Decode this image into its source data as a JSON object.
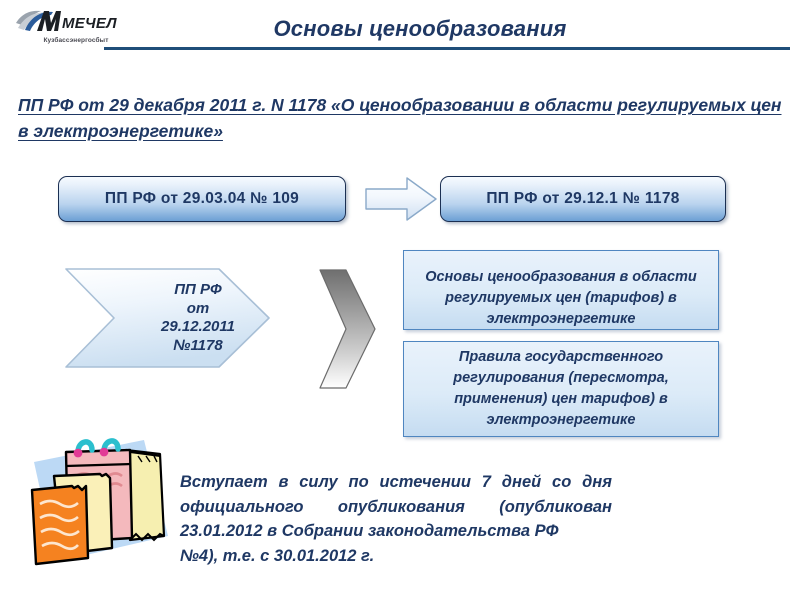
{
  "header": {
    "logo_name": "МЕЧЕЛ",
    "logo_subtitle": "Кузбассэнергосбыт",
    "title": "Основы ценообразования",
    "rule_color": "#1F4E79"
  },
  "subtitle": {
    "text": "  ПП РФ от 29 декабря 2011 г. N 1178 «О ценообразовании в области регулируемых цен в электроэнергетике» "
  },
  "flow": {
    "pill_old": "ПП РФ от 29.03.04 № 109",
    "pill_new": "ПП РФ от 29.12.1 № 1178",
    "arrow_icon": "right-block-arrow-icon",
    "chevron_label": "ПП РФ\nот\n29.12.2011\n№1178",
    "chevron_gray_icon": "right-chevron-icon",
    "box_osnovy": "Основы ценообразования в области регулируемых цен (тарифов) в электроэнергетике",
    "box_pravila": "Правила государственного регулирования (пересмотра, применения) цен тарифов) в электроэнергетике"
  },
  "footer": {
    "clipart_icon": "shopping-bags-clipart-icon",
    "text": "Вступает в силу по истечении 7 дней со дня официального опубликования (опубликован 23.01.2012 в Собрании законодательства РФ",
    "text_last": "№4), т.е. с 30.01.2012 г."
  },
  "colors": {
    "accent_dark_blue": "#1F3864",
    "rule_blue": "#1F4E79",
    "box_border": "#4f86c0"
  }
}
